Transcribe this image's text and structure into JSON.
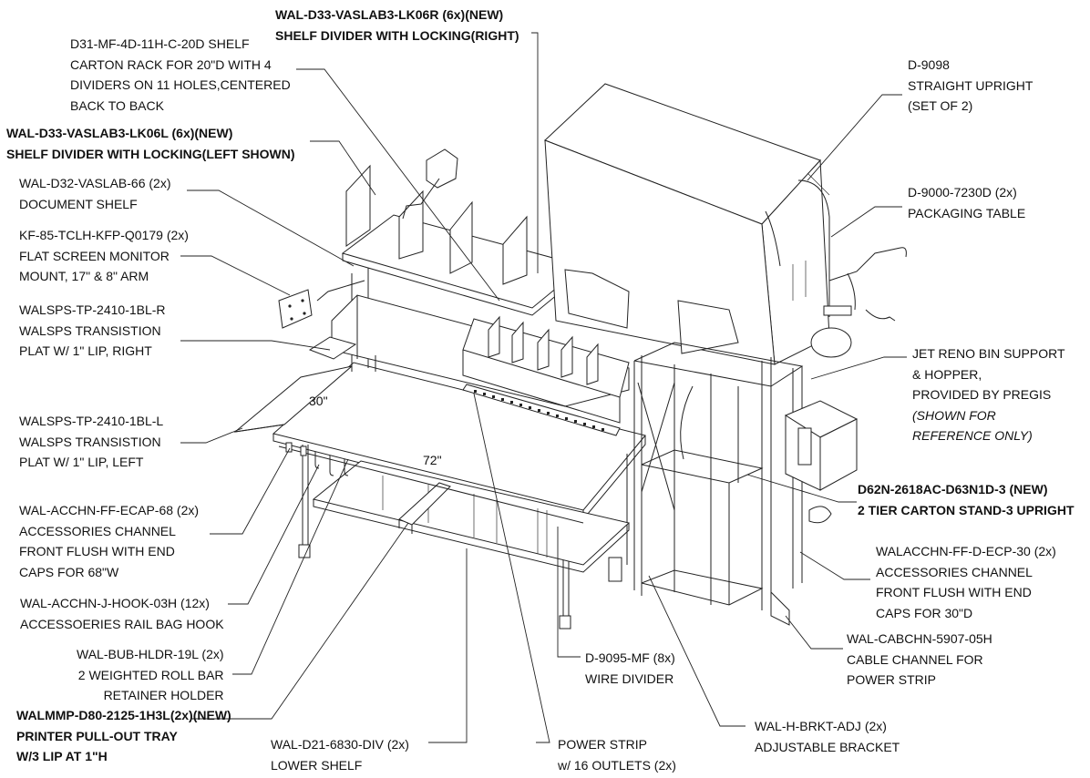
{
  "dimensions": {
    "depth": "30\"",
    "width": "72\""
  },
  "callouts": {
    "shelf_divider_right": [
      "WAL-D33-VASLAB3-LK06R (6x)(NEW)",
      "SHELF DIVIDER WITH LOCKING(RIGHT)"
    ],
    "carton_rack": [
      "D31-MF-4D-11H-C-20D SHELF",
      "CARTON RACK FOR 20\"D WITH 4",
      "DIVIDERS ON 11 HOLES,CENTERED",
      "BACK TO BACK"
    ],
    "shelf_divider_left": [
      "WAL-D33-VASLAB3-LK06L (6x)(NEW)",
      "SHELF DIVIDER WITH LOCKING(LEFT SHOWN)"
    ],
    "document_shelf": [
      "WAL-D32-VASLAB-66 (2x)",
      "DOCUMENT SHELF"
    ],
    "monitor_mount": [
      "KF-85-TCLH-KFP-Q0179 (2x)",
      "FLAT SCREEN MONITOR",
      "MOUNT, 17\" & 8\" ARM"
    ],
    "transition_plat_right": [
      "WALSPS-TP-2410-1BL-R",
      "WALSPS TRANSISTION",
      "PLAT W/ 1\" LIP, RIGHT"
    ],
    "transition_plat_left": [
      "WALSPS-TP-2410-1BL-L",
      "WALSPS TRANSISTION",
      "PLAT W/ 1\" LIP, LEFT"
    ],
    "accessories_channel_68": [
      "WAL-ACCHN-FF-ECAP-68 (2x)",
      "ACCESSORIES CHANNEL",
      "FRONT FLUSH WITH END",
      "CAPS FOR 68\"W"
    ],
    "bag_hook": [
      "WAL-ACCHN-J-HOOK-03H (12x)",
      "ACCESSOERIES RAIL BAG HOOK"
    ],
    "roll_bar_holder": [
      "WAL-BUB-HLDR-19L (2x)",
      "2 WEIGHTED ROLL BAR",
      "RETAINER HOLDER"
    ],
    "printer_tray": [
      "WALMMP-D80-2125-1H3L(2x)(NEW)",
      "PRINTER PULL-OUT TRAY",
      "W/3 LIP AT 1\"H"
    ],
    "lower_shelf": [
      "WAL-D21-6830-DIV (2x)",
      "LOWER SHELF"
    ],
    "power_strip": [
      "POWER STRIP",
      "w/ 16 OUTLETS (2x)"
    ],
    "wire_divider": [
      "D-9095-MF (8x)",
      "WIRE DIVIDER"
    ],
    "adjustable_bracket": [
      "WAL-H-BRKT-ADJ (2x)",
      "ADJUSTABLE BRACKET"
    ],
    "cable_channel": [
      "WAL-CABCHN-5907-05H",
      "CABLE CHANNEL FOR",
      "POWER STRIP"
    ],
    "accessories_channel_30": [
      "WALACCHN-FF-D-ECP-30 (2x)",
      "ACCESSORIES CHANNEL",
      "FRONT FLUSH WITH END",
      "CAPS FOR 30\"D"
    ],
    "carton_stand": [
      "D62N-2618AC-D63N1D-3 (NEW)",
      "2 TIER CARTON STAND-3 UPRIGHT"
    ],
    "bin_support": [
      "JET RENO BIN SUPPORT",
      "& HOPPER,",
      "PROVIDED BY PREGIS"
    ],
    "bin_support_note": [
      "(SHOWN FOR",
      "REFERENCE ONLY)"
    ],
    "packaging_table": [
      "D-9000-7230D (2x)",
      "PACKAGING TABLE"
    ],
    "straight_upright": [
      "D-9098",
      "STRAIGHT UPRIGHT",
      "(SET OF 2)"
    ]
  }
}
